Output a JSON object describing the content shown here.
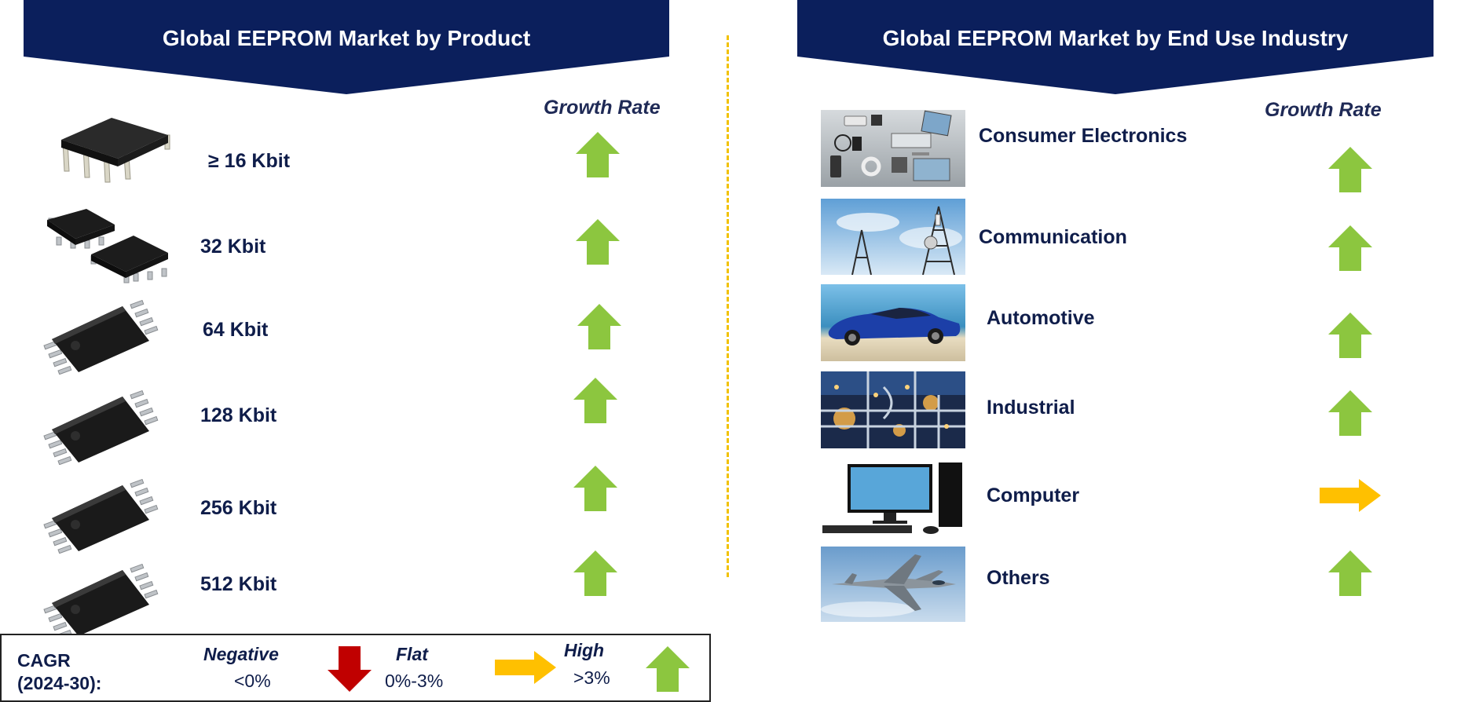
{
  "left_panel": {
    "title": "Global EEPROM Market by Product",
    "growth_rate_label": "Growth Rate",
    "items": [
      {
        "label": "≥ 16 Kbit",
        "trend": "high",
        "icon": "dip-chip-image"
      },
      {
        "label": "32 Kbit",
        "trend": "high",
        "icon": "soic-chip-image"
      },
      {
        "label": "64 Kbit",
        "trend": "high",
        "icon": "tssop-chip-image"
      },
      {
        "label": "128 Kbit",
        "trend": "high",
        "icon": "tssop-chip-image"
      },
      {
        "label": "256 Kbit",
        "trend": "high",
        "icon": "tssop-chip-image"
      },
      {
        "label": "512 Kbit",
        "trend": "high",
        "icon": "tssop-chip-image"
      }
    ]
  },
  "right_panel": {
    "title": "Global EEPROM Market by End Use Industry",
    "growth_rate_label": "Growth Rate",
    "items": [
      {
        "label": "Consumer Electronics",
        "trend": "high",
        "icon": "consumer-electronics-photo"
      },
      {
        "label": "Communication",
        "trend": "high",
        "icon": "communication-tower-photo"
      },
      {
        "label": "Automotive",
        "trend": "high",
        "icon": "car-photo"
      },
      {
        "label": "Industrial",
        "trend": "high",
        "icon": "industrial-plant-photo"
      },
      {
        "label": "Computer",
        "trend": "flat",
        "icon": "desktop-computer-photo"
      },
      {
        "label": "Others",
        "trend": "high",
        "icon": "fighter-jet-photo"
      }
    ]
  },
  "legend": {
    "cagr_line1": "CAGR",
    "cagr_line2": "(2024-30):",
    "negative_label": "Negative",
    "negative_value": "<0%",
    "flat_label": "Flat",
    "flat_value": "0%-3%",
    "high_label": "High",
    "high_value": ">3%"
  },
  "colors": {
    "banner": "#0b1f5c",
    "up_arrow": "#8cc63f",
    "flat_arrow": "#ffc000",
    "down_arrow": "#c00000",
    "divider": "#f2c200",
    "label_text": "#0f1d4a"
  }
}
